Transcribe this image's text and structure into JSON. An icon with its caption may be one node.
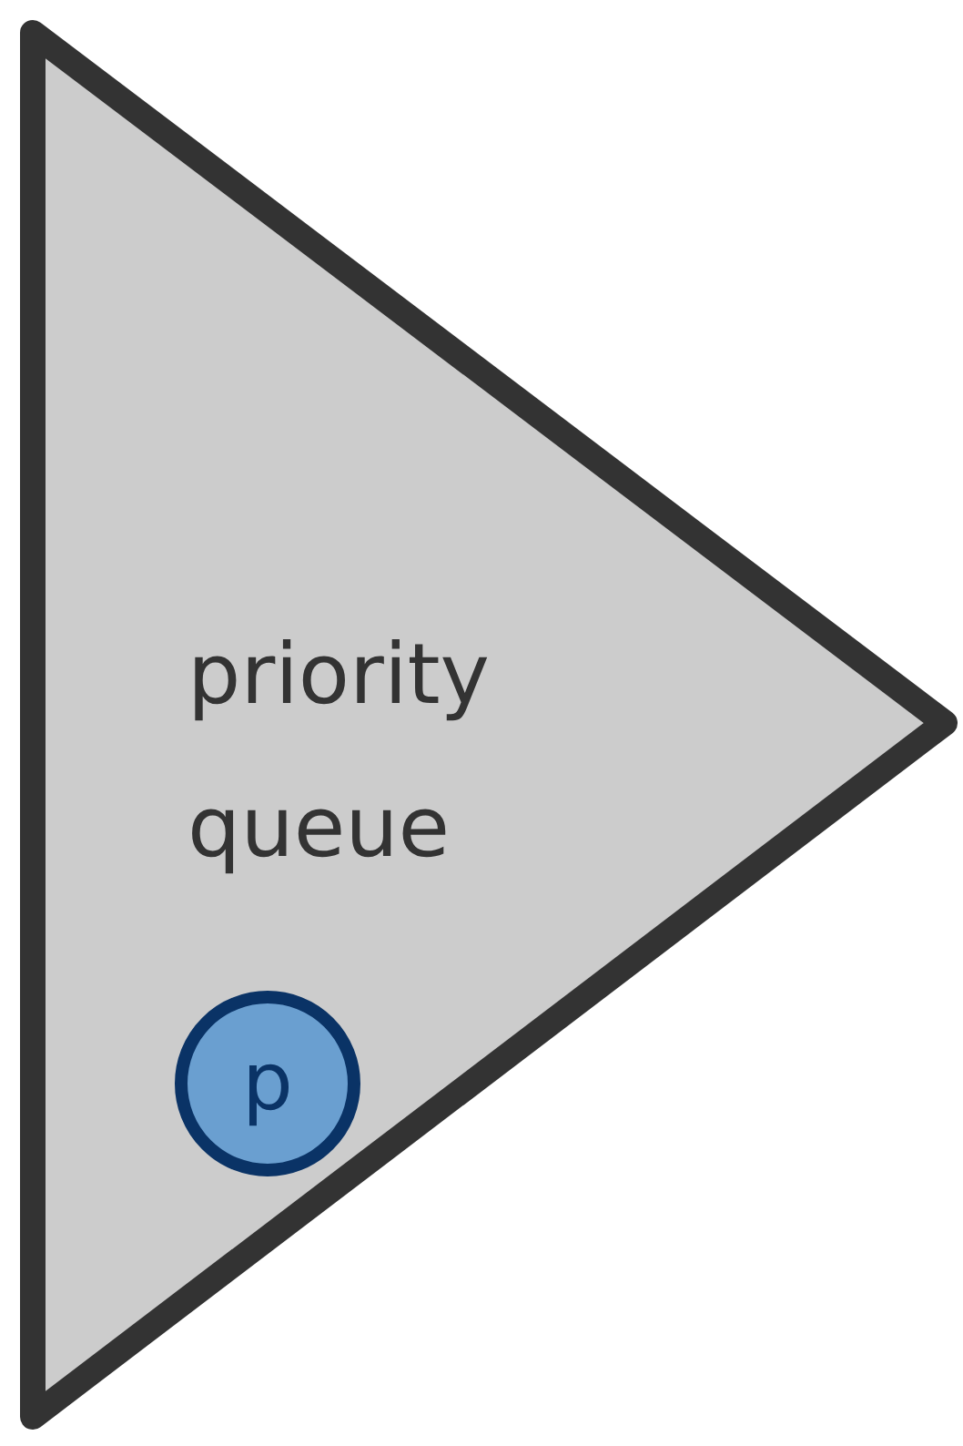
{
  "diagram": {
    "nodes": [
      {
        "text": [
          "priority queue"
        ]
      },
      {
        "text": [
          "p"
        ],
        "in": 0
      }
    ]
  }
}
